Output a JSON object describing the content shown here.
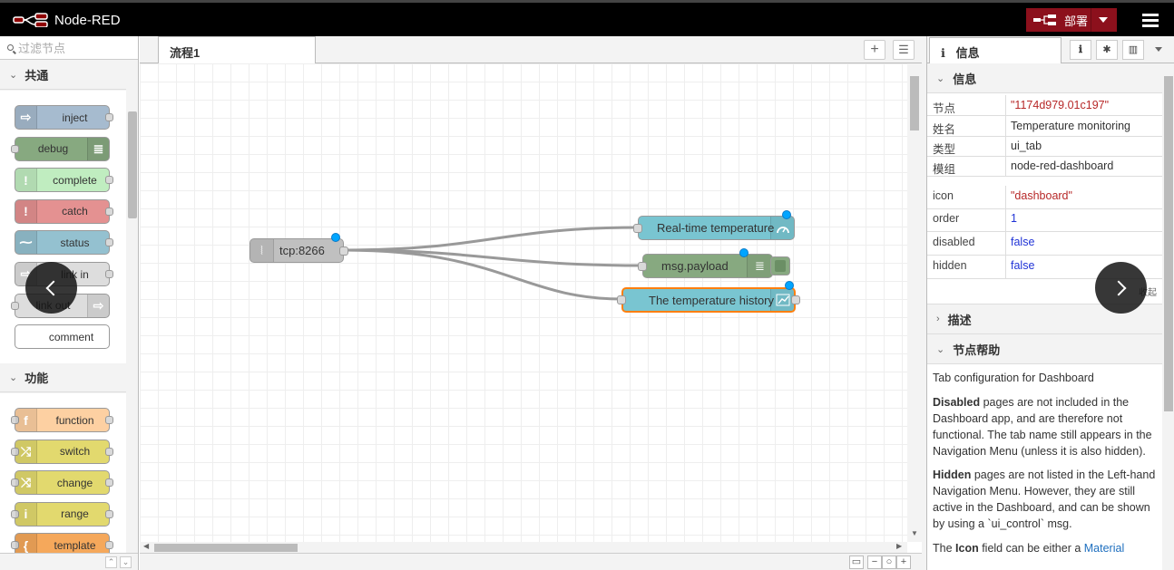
{
  "header": {
    "title": "Node-RED",
    "deploy_label": "部署"
  },
  "palette": {
    "search_placeholder": "过滤节点",
    "categories": [
      {
        "label": "共通",
        "nodes": [
          {
            "label": "inject",
            "color": "#a6bbcf",
            "icon": "⇨",
            "side": "left",
            "in": false,
            "out": true
          },
          {
            "label": "debug",
            "color": "#87a980",
            "icon": "≣",
            "side": "right",
            "in": true,
            "out": false
          },
          {
            "label": "complete",
            "color": "#c0edc0",
            "icon": "!",
            "side": "left",
            "in": false,
            "out": true
          },
          {
            "label": "catch",
            "color": "#e49191",
            "icon": "!",
            "side": "left",
            "in": false,
            "out": true
          },
          {
            "label": "status",
            "color": "#94c1d0",
            "icon": "⁓",
            "side": "left",
            "in": false,
            "out": true
          },
          {
            "label": "link in",
            "color": "#dddddd",
            "icon": "⇨",
            "side": "left",
            "in": false,
            "out": true
          },
          {
            "label": "link out",
            "color": "#dddddd",
            "icon": "⇨",
            "side": "right",
            "in": true,
            "out": false
          },
          {
            "label": "comment",
            "color": "#ffffff",
            "icon": "",
            "side": "left",
            "in": false,
            "out": false
          }
        ]
      },
      {
        "label": "功能",
        "nodes": [
          {
            "label": "function",
            "color": "#fdd0a2",
            "icon": "f",
            "side": "left",
            "in": true,
            "out": true
          },
          {
            "label": "switch",
            "color": "#e2d96e",
            "icon": "⤮",
            "side": "left",
            "in": true,
            "out": true
          },
          {
            "label": "change",
            "color": "#e2d96e",
            "icon": "⤨",
            "side": "left",
            "in": true,
            "out": true
          },
          {
            "label": "range",
            "color": "#e2d96e",
            "icon": "i",
            "side": "left",
            "in": true,
            "out": true
          },
          {
            "label": "template",
            "color": "#f5a85b",
            "icon": "{",
            "side": "left",
            "in": true,
            "out": true
          }
        ]
      }
    ]
  },
  "workspace": {
    "tab_label": "流程1",
    "nodes": [
      {
        "id": "tcp",
        "label": "tcp:8266",
        "color": "#c0c0c0"
      },
      {
        "id": "rt",
        "label": "Real-time temperature",
        "color": "#79c5d1"
      },
      {
        "id": "mp",
        "label": "msg.payload",
        "color": "#87a980"
      },
      {
        "id": "th",
        "label": "The temperature history",
        "color": "#79c5d1"
      }
    ]
  },
  "sidebar": {
    "tab_label": "信息",
    "info_header": "信息",
    "rows": [
      {
        "key": "节点",
        "value": "\"1174d979.01c197\"",
        "type": "str"
      },
      {
        "key": "姓名",
        "value": "Temperature monitoring",
        "type": "plain"
      },
      {
        "key": "类型",
        "value": "ui_tab",
        "type": "plain"
      },
      {
        "key": "模组",
        "value": "node-red-dashboard",
        "type": "plain"
      }
    ],
    "props": [
      {
        "key": "icon",
        "value": "\"dashboard\"",
        "type": "str"
      },
      {
        "key": "order",
        "value": "1",
        "type": "num"
      },
      {
        "key": "disabled",
        "value": "false",
        "type": "num"
      },
      {
        "key": "hidden",
        "value": "false",
        "type": "num"
      }
    ],
    "collapse_label": "收起",
    "desc_header": "描述",
    "help_header": "节点帮助",
    "help": {
      "p1": "Tab configuration for Dashboard",
      "p2_bold": "Disabled",
      "p2_rest": " pages are not included in the Dashboard app, and are therefore not functional. The tab name still appears in the Navigation Menu (unless it is also hidden).",
      "p3_bold": "Hidden",
      "p3_rest": " pages are not listed in the Left-hand Navigation Menu. However, they are still active in the Dashboard, and can be shown by using a `ui_control` msg.",
      "p4_a": "The ",
      "p4_bold": "Icon",
      "p4_b": " field can be either a ",
      "p4_link": "Material Design"
    }
  }
}
